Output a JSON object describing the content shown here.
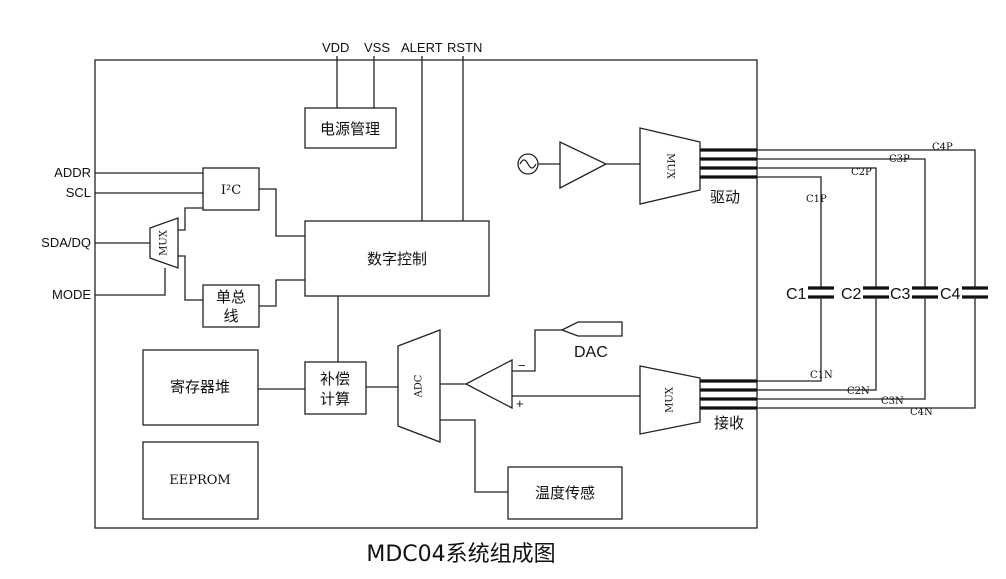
{
  "title": "MDC04系统组成图",
  "pins_top": {
    "vdd": "VDD",
    "vss": "VSS",
    "alert": "ALERT",
    "rstn": "RSTN"
  },
  "pins_left": {
    "addr": "ADDR",
    "scl": "SCL",
    "sda": "SDA/DQ",
    "mode": "MODE"
  },
  "blocks": {
    "power": "电源管理",
    "i2c": "I²C",
    "mux_left": "MUX",
    "onewire_line1": "单总",
    "onewire_line2": "线",
    "digital": "数字控制",
    "register": "寄存器堆",
    "eeprom": "EEPROM",
    "comp_line1": "补偿",
    "comp_line2": "计算",
    "adc": "ADC",
    "dac": "DAC",
    "temp": "温度传感",
    "mux_drive": "MUX",
    "mux_recv": "MUX",
    "drive": "驱动",
    "recv": "接收",
    "minus": "−",
    "plus": "+"
  },
  "caps": {
    "c1": "C1",
    "c2": "C2",
    "c3": "C3",
    "c4": "C4",
    "c1p": "C1P",
    "c2p": "C2P",
    "c3p": "C3P",
    "c4p": "C4P",
    "c1n": "C1N",
    "c2n": "C2N",
    "c3n": "C3N",
    "c4n": "C4N"
  },
  "icons": {
    "signal_source": "sine-source-icon"
  }
}
